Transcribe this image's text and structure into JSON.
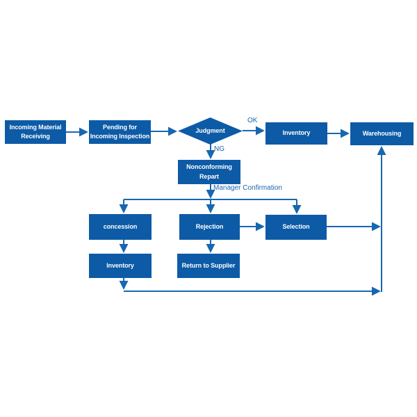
{
  "diagram": {
    "type": "flowchart",
    "colors": {
      "node_fill": "#0d5ba6",
      "node_text": "#ffffff",
      "connector": "#1767b1",
      "edge_label_text": "#1b64ad",
      "background": "#ffffff"
    },
    "nodes": {
      "incoming_material_receiving": {
        "shape": "rect",
        "label": "Incoming Material\nReceiving"
      },
      "pending_incoming_inspection": {
        "shape": "rect",
        "label": "Pending for\nIncoming Inspection"
      },
      "judgment": {
        "shape": "diamond",
        "label": "Judgment"
      },
      "inventory_top": {
        "shape": "rect",
        "label": "Inventory"
      },
      "warehousing": {
        "shape": "rect",
        "label": "Warehousing"
      },
      "nonconforming_repart": {
        "shape": "rect",
        "label": "Nonconforming\nRepart"
      },
      "concession": {
        "shape": "rect",
        "label": "concession"
      },
      "rejection": {
        "shape": "rect",
        "label": "Rejection"
      },
      "selection": {
        "shape": "rect",
        "label": "Selection"
      },
      "inventory_bottom": {
        "shape": "rect",
        "label": "Inventory"
      },
      "return_to_supplier": {
        "shape": "rect",
        "label": "Return to Supplier"
      }
    },
    "edge_labels": {
      "ok": "OK",
      "ng": "NG",
      "manager_confirmation": "Manager Confirmation"
    }
  }
}
